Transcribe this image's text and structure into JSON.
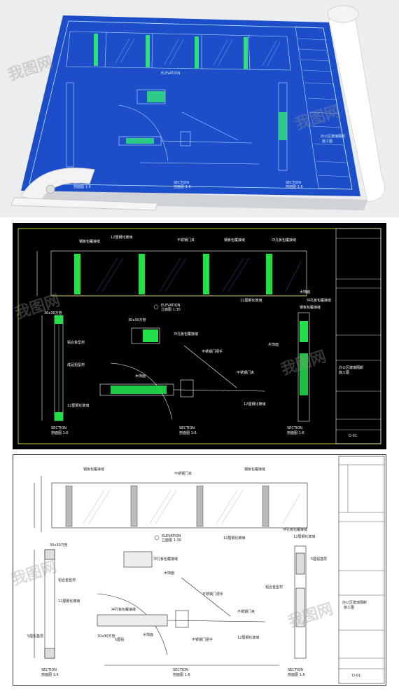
{
  "blueprint": {
    "elevation_label": "ELEVATION",
    "section_left": "SECTION",
    "section_left_scale": "剖面图 1:6",
    "section_mid": "SECTION",
    "section_mid_scale": "剖面图 1:6",
    "section_right": "SECTION",
    "section_right_scale": "剖面图 1:6",
    "tb_name": "办公区玻璃隔断",
    "tb_sub": "施工图"
  },
  "dark": {
    "elevation_title": "ELEVATION",
    "elevation_scale": "立面图 1:30",
    "callouts": [
      "钢板包覆接缝",
      "12厘钢化玻璃",
      "不锈钢门夹",
      "钢板包覆接缝",
      "冲孔板包覆接缝",
      "12厘钢化玻璃",
      "木饰面",
      "冲孔板包覆接缝",
      "钢板包覆接缝",
      "30x30方管",
      "铝合金型材",
      "成品铝型材",
      "12厘钢化玻璃",
      "30x30方管",
      "冲孔板包覆接缝",
      "木饰面",
      "不锈钢门把手",
      "不锈钢门夹",
      "12厘钢化玻璃",
      "木饰面"
    ],
    "section_left": "SECTION",
    "section_left_scale": "剖面图 1:6",
    "section_mid": "SECTION",
    "section_mid_scale": "剖面图 1:6",
    "section_right": "SECTION",
    "section_right_scale": "剖面图 1:6",
    "tb_name": "办公区玻璃隔断",
    "tb_sub": "施工图",
    "tb_code": "D-01"
  },
  "white": {
    "top_callouts": [
      "钢板包覆接缝",
      "不锈钢门夹",
      "钢板包覆接缝",
      "冲孔板包覆接缝",
      "12厘钢化玻璃",
      "12厘钢化玻璃"
    ],
    "elevation_title": "ELEVATION",
    "elevation_scale": "立面图 1:30",
    "callouts": [
      "30x30方管",
      "铝合金型材",
      "12厘钢化玻璃",
      "5厘铝基层",
      "冲孔板包覆接缝",
      "木饰面",
      "不锈钢门把手",
      "冲孔板包覆接缝",
      "木饰面",
      "30x30方管",
      "5厘铝",
      "不锈钢门夹",
      "12厘钢化玻璃",
      "不锈钢门把手",
      "5厘铝基层",
      "铝合金型材"
    ],
    "section_left": "SECTION",
    "section_left_scale": "剖面图 1:6",
    "section_mid": "SECTION",
    "section_mid_scale": "剖面图 1:6",
    "section_right": "SECTION",
    "section_right_scale": "剖面图 1:6",
    "tb_name": "办公区玻璃隔断",
    "tb_sub": "施工图",
    "tb_code": "D-01"
  },
  "watermark": "我图网",
  "colors": {
    "blueprint_bg": "#1d4ec9",
    "blueprint_line": "#bfe0ff",
    "dark_bg": "#000000",
    "dark_frame": "#ffff40",
    "dark_accent": "#21e04a",
    "white_line": "#222222"
  }
}
